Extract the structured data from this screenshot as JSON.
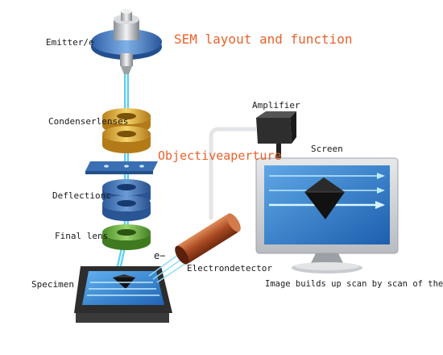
{
  "title": "SEM layout and function",
  "labels": {
    "emitter": "Emitter/e",
    "condenser": "Condenserlenses",
    "objective": "Objectiveaperture",
    "deflection": "Deflectionc",
    "final_lens": "Final lens",
    "electron": "e−",
    "specimen": "Specimen",
    "detector": "Electrondetector",
    "amplifier": "Amplifier",
    "screen": "Screen",
    "caption": "Image builds up scan by scan of the b"
  },
  "colors": {
    "title": "#e8622c",
    "beam": "#46c8ee",
    "emitter_disc": "#3f78c4",
    "condenser": "#e2a92a",
    "aperture": "#3a6fb3",
    "deflection": "#3e70ba",
    "final_lens": "#6cb544",
    "detector": "#b9542a",
    "screen_bg": "#2b72c2",
    "monitor_frame": "#cfd2d6"
  }
}
